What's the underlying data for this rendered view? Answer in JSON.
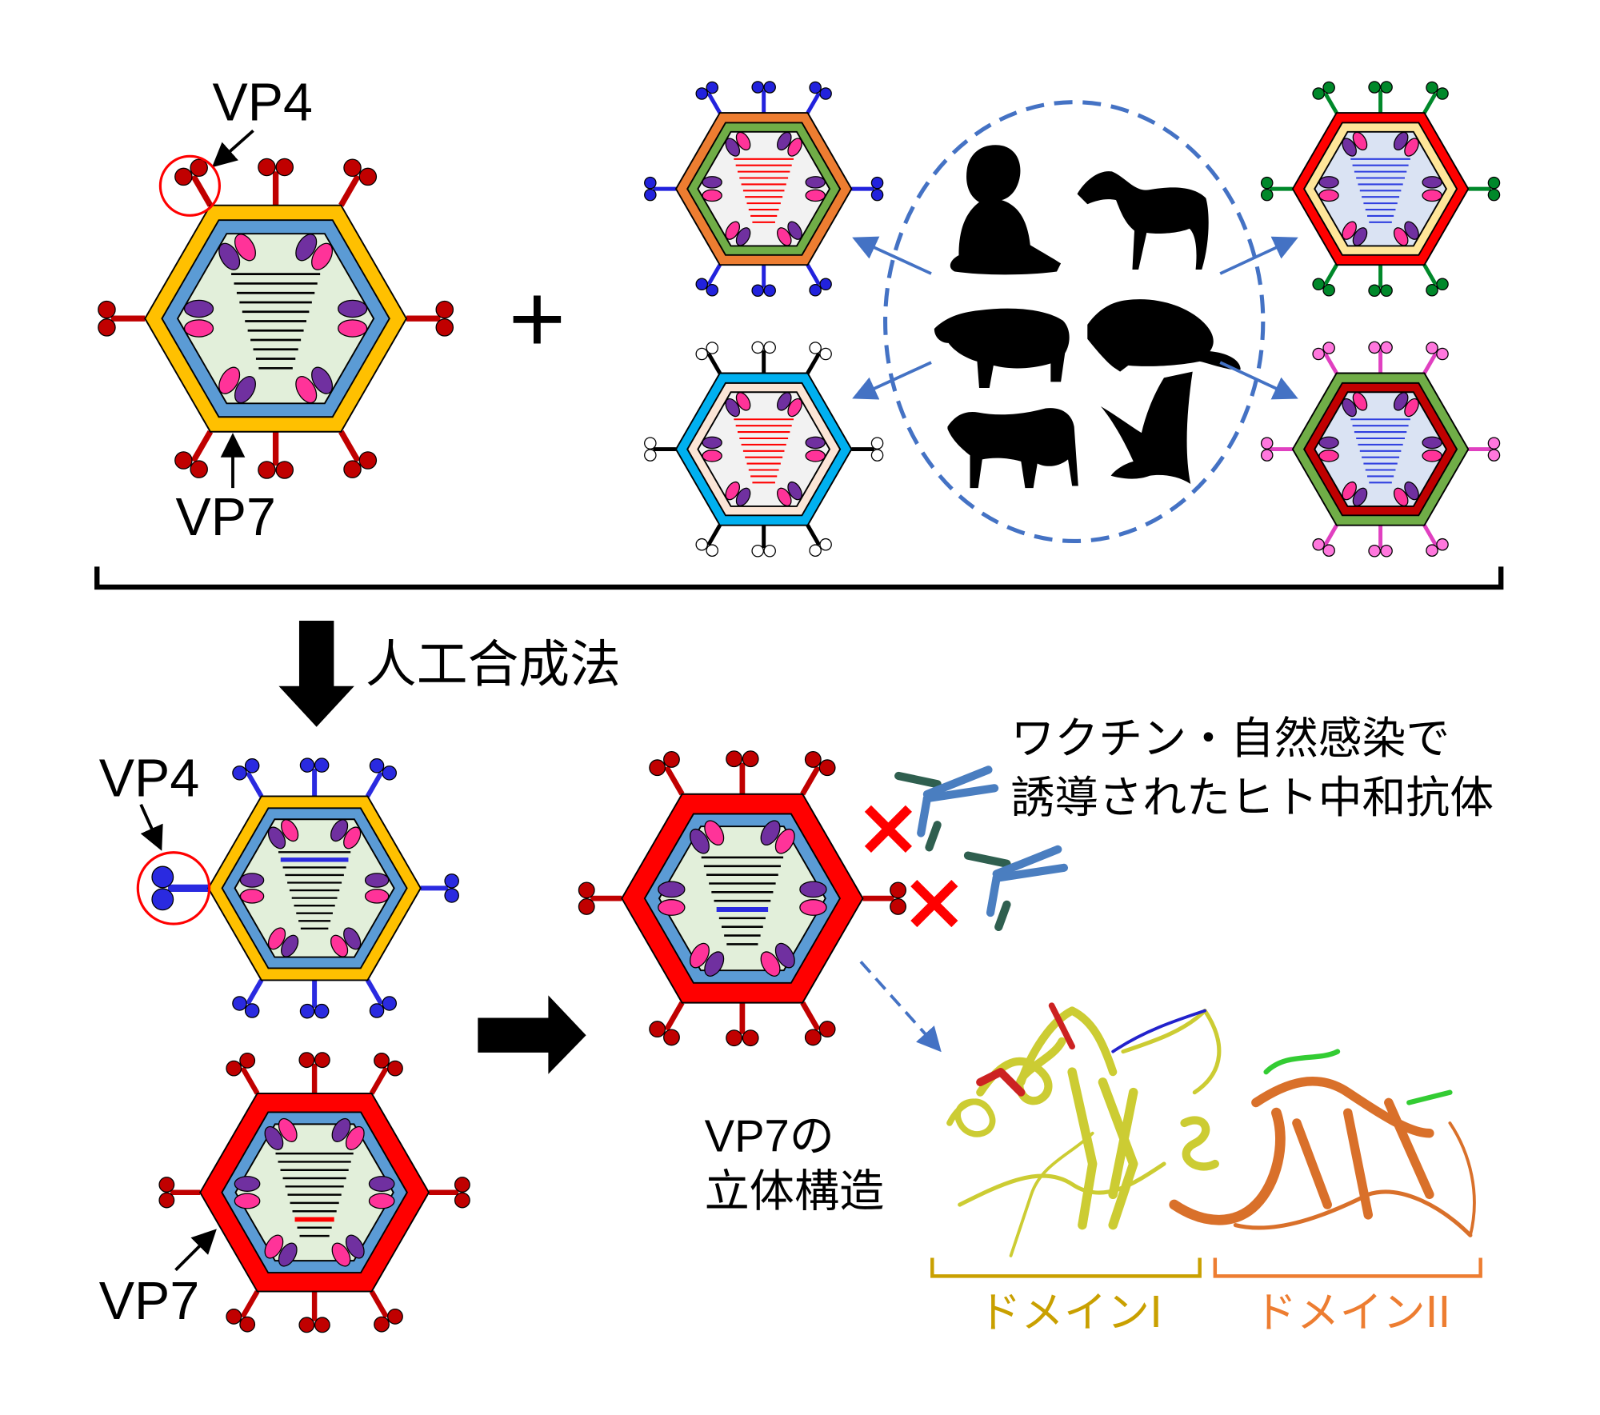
{
  "labels": {
    "vp4_top": "VP4",
    "vp7_top": "VP7",
    "plus": "+",
    "synthesis": "人工合成法",
    "vp4_bottom": "VP4",
    "vp7_bottom": "VP7",
    "antibody_line1": "ワクチン・自然感染で",
    "antibody_line2": "誘導されたヒト中和抗体",
    "structure_line1": "VP7の",
    "structure_line2": "立体構造",
    "domain1": "ドメインI",
    "domain2": "ドメインII"
  },
  "colors": {
    "domain1": "#C9A000",
    "domain2": "#ED7D31",
    "arrow_blue": "#4472C4",
    "cross_red": "#FF0000",
    "antibody_blue": "#4A7EC0",
    "antibody_dark": "#2F5F4F"
  },
  "viruses": [
    {
      "id": "parent-virus",
      "outer": "#FFC000",
      "middle": "#5B9BD5",
      "inner": "#E2EFDA",
      "spike": "#C00000",
      "spikeFill": "#C00000",
      "lines": "#000000",
      "mark": null
    },
    {
      "id": "strain-orange",
      "outer": "#ED7D31",
      "middle": "#70AD47",
      "inner": "#F2F2F2",
      "spike": "#2222DD",
      "spikeFill": "#2222DD",
      "lines": "#FF0000",
      "mark": null
    },
    {
      "id": "strain-cyan",
      "outer": "#00B0F0",
      "middle": "#FBE5D6",
      "inner": "#F2F2F2",
      "spike": "#000000",
      "spikeFill": "#FFFFFF",
      "lines": "#FF0000",
      "mark": null
    },
    {
      "id": "strain-red",
      "outer": "#FF0000",
      "middle": "#FFE699",
      "inner": "#DAE3F3",
      "spike": "#00882A",
      "spikeFill": "#00882A",
      "lines": "#2F3FE0",
      "mark": null
    },
    {
      "id": "strain-green",
      "outer": "#70AD47",
      "middle": "#C00000",
      "inner": "#DAE3F3",
      "spike": "#E040C0",
      "spikeFill": "#FF77DD",
      "lines": "#2F3FE0",
      "mark": null
    },
    {
      "id": "synthetic-vp4-virus",
      "outer": "#FFC000",
      "middle": "#5B9BD5",
      "inner": "#E2EFDA",
      "spike": "#2A2AE0",
      "spikeFill": "#2A2AE0",
      "lines": "#000000",
      "mark": "#2A2AE0"
    },
    {
      "id": "synthetic-vp7-virus",
      "outer": "#FF0000",
      "middle": "#5B9BD5",
      "inner": "#E2EFDA",
      "spike": "#C00000",
      "spikeFill": "#C00000",
      "lines": "#000000",
      "mark": "#FF0000"
    },
    {
      "id": "escape-virus",
      "outer": "#FF0000",
      "middle": "#5B9BD5",
      "inner": "#E2EFDA",
      "spike": "#C00000",
      "spikeFill": "#C00000",
      "lines": "#000000",
      "mark": "#2A2AE0"
    }
  ],
  "hosts": [
    "human-infant",
    "horse",
    "pig",
    "mouse",
    "cow",
    "bat"
  ]
}
